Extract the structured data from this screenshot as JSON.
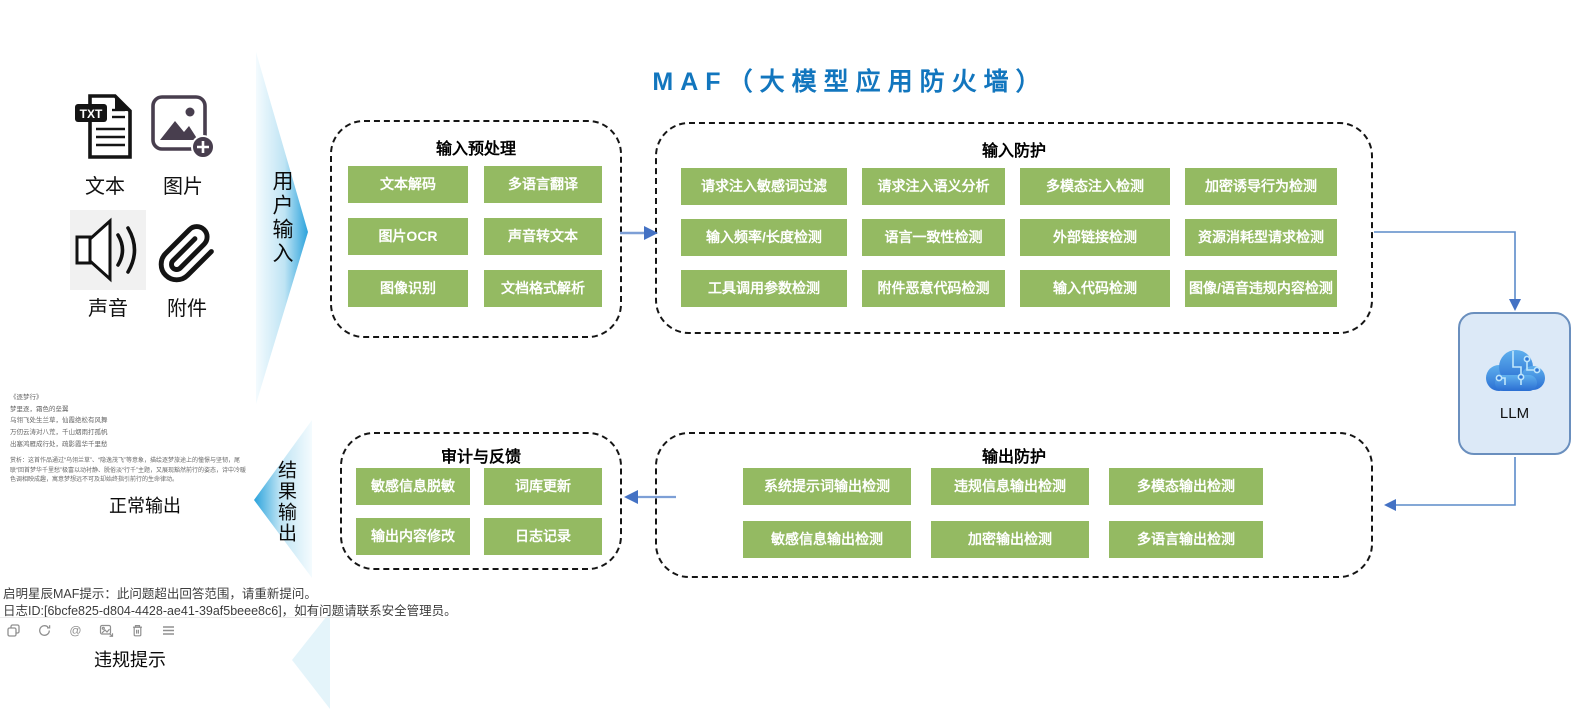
{
  "title": "MAF（大模型应用防火墙）",
  "colors": {
    "accent_blue": "#1276be",
    "node_green": "#94ba62",
    "connector_blue": "#4472c4",
    "llm_fill": "#dce9f7",
    "llm_border": "#6a8fbe",
    "flow_arrow_blue": "#2ba3dc"
  },
  "inputs": {
    "items": [
      {
        "label": "文本",
        "icon": "txt-file-icon"
      },
      {
        "label": "图片",
        "icon": "image-add-icon"
      },
      {
        "label": "声音",
        "icon": "speaker-icon"
      },
      {
        "label": "附件",
        "icon": "paperclip-icon"
      }
    ]
  },
  "flow": {
    "user_input": "用户输入",
    "result_output": "结果输出"
  },
  "preprocess": {
    "title": "输入预处理",
    "items": [
      "文本解码",
      "多语言翻译",
      "图片OCR",
      "声音转文本",
      "图像识别",
      "文档格式解析"
    ]
  },
  "input_protection": {
    "title": "输入防护",
    "items": [
      "请求注入敏感词过滤",
      "请求注入语义分析",
      "多模态注入检测",
      "加密诱导行为检测",
      "输入频率/长度检测",
      "语言一致性检测",
      "外部链接检测",
      "资源消耗型请求检测",
      "工具调用参数检测",
      "附件恶意代码检测",
      "输入代码检测",
      "图像/语音违规内容检测"
    ]
  },
  "output_protection": {
    "title": "输出防护",
    "items": [
      "系统提示词输出检测",
      "违规信息输出检测",
      "多模态输出检测",
      "敏感信息输出检测",
      "加密输出检测",
      "多语言输出检测"
    ]
  },
  "audit": {
    "title": "审计与反馈",
    "items": [
      "敏感信息脱敏",
      "词库更新",
      "输出内容修改",
      "日志记录"
    ]
  },
  "llm": {
    "label": "LLM",
    "icon": "cloud-circuit-icon"
  },
  "normal_output": {
    "poem_title": "《逐梦行》",
    "poem_lines": [
      "梦里逐，霜色的垒翼",
      "乌翎飞处生兰草，仙霞绝松有风舞",
      "万仞云涛对八荒，千山烟雨打孤帆",
      "出塞鸿雁成行处，疏影霞华千里愁"
    ],
    "analysis": "赏析：这首作品通过“乌翎兰草”、“隐逸茂飞”等意象，描绘逐梦旅途上的憧憬与坚韧，尾联“回首梦华千里愁”极富以动衬静、脱俗淡“行千”主题，又展现豁然前行的姿态，诗中冷暖色调相映成趣，寓意梦想远不可及却始终指引前行的生命律动。",
    "label": "正常输出"
  },
  "violation": {
    "message_line1": "启明星辰MAF提示：此问题超出回答范围，请重新提问。",
    "message_line2": "日志ID:[6bcfe825-d804-4428-ae41-39af5beee8c6]，如有问题请联系安全管理员。",
    "toolbar_icons": [
      "copy-icon",
      "refresh-icon",
      "mention-icon",
      "image-export-icon",
      "delete-icon",
      "menu-icon"
    ],
    "label": "违规提示"
  }
}
